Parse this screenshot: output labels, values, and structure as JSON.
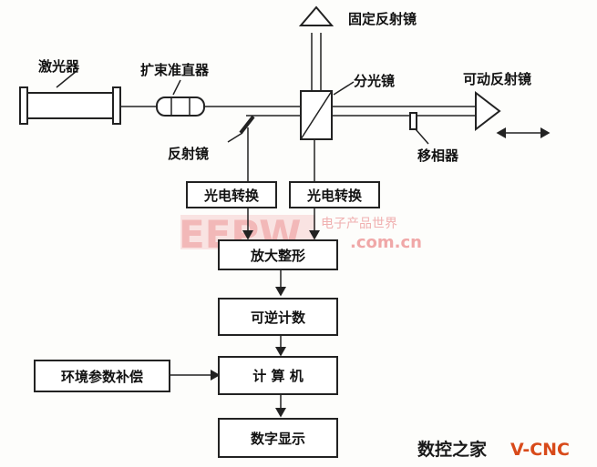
{
  "labels": {
    "laser": "激光器",
    "beam_expander": "扩束准直器",
    "fixed_mirror": "固定反射镜",
    "beam_splitter": "分光镜",
    "movable_mirror": "可动反射镜",
    "reflector": "反射镜",
    "phase_shifter": "移相器"
  },
  "boxes": {
    "photo_left": "光电转换",
    "photo_right": "光电转换",
    "amplify": "放大整形",
    "counter": "可逆计数",
    "computer": "计 算 机",
    "display": "数字显示",
    "env_comp": "环境参数补偿"
  },
  "watermark": {
    "logo": "EEPW",
    "subtitle": "电子产品世界",
    "url": ".com.cn"
  },
  "brand": {
    "name": "数控之家",
    "code": "V-CNC"
  }
}
